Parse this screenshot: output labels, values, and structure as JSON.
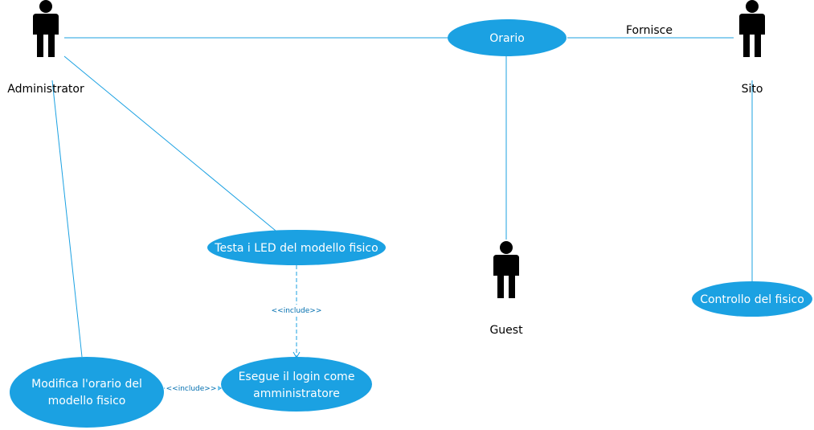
{
  "colors": {
    "usecase_fill": "#1BA1E2",
    "usecase_text": "#FFFFFF",
    "line": "#1BA1E2",
    "include_text": "#006EAF",
    "actor_fill": "#000000"
  },
  "actors": {
    "administrator": "Administrator",
    "sito": "Sito",
    "guest": "Guest"
  },
  "usecases": {
    "orario": "Orario",
    "testa_led": "Testa i LED del modello fisico",
    "controllo_fisico": "Controllo del fisico",
    "modifica_orario": [
      "Modifica l'orario del",
      "modello fisico"
    ],
    "esegue_login": [
      "Esegue il login come",
      "amministratore"
    ]
  },
  "relations": {
    "fornisce": "Fornisce",
    "include_vertical": "<<include>>",
    "include_horizontal": "<<include>>"
  }
}
